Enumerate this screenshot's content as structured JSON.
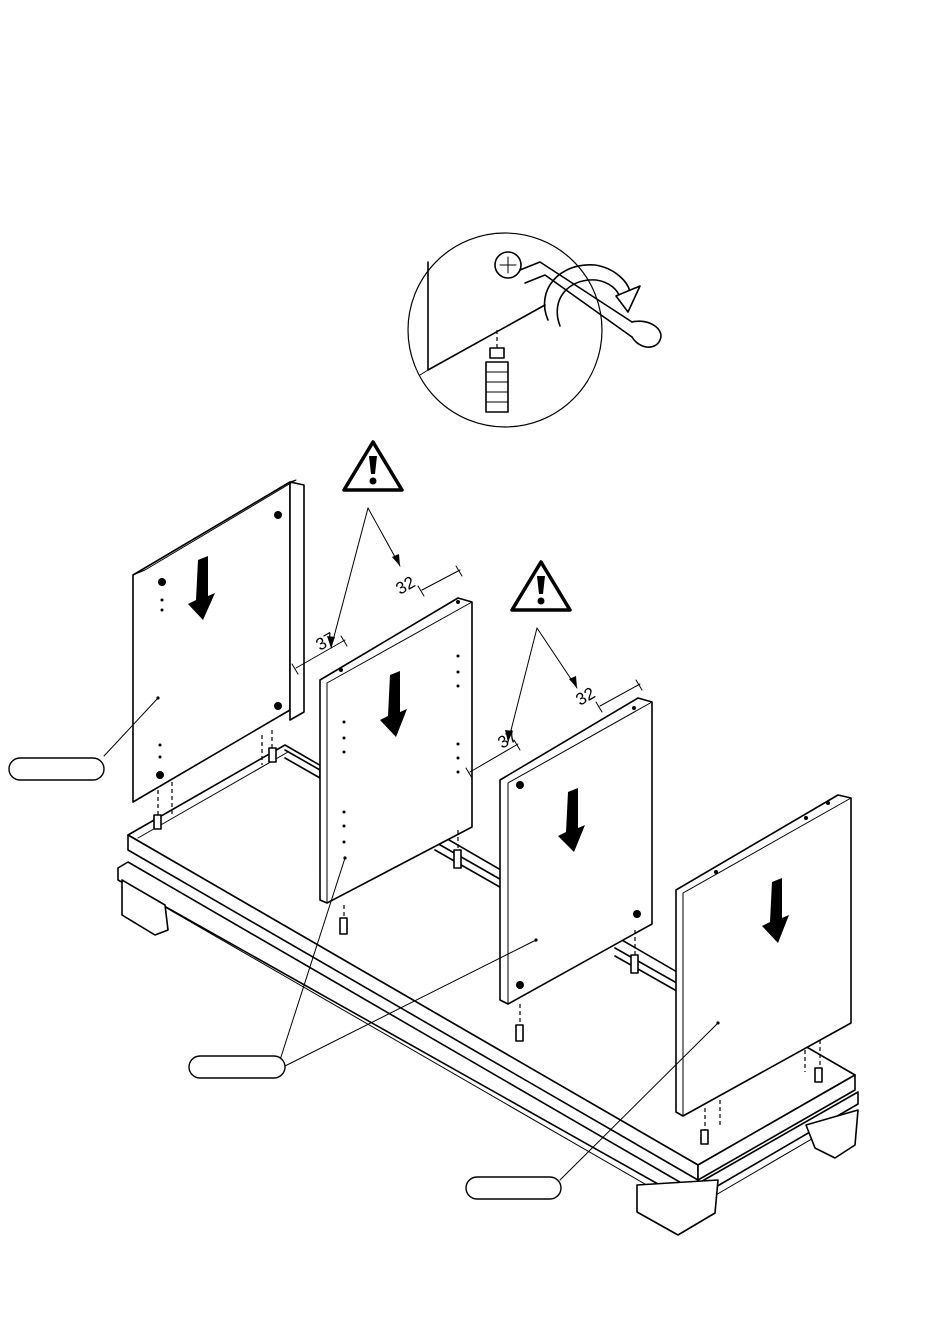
{
  "dimensions": {
    "left_pair": {
      "edge_offset": "37",
      "side_offset": "32"
    },
    "right_pair": {
      "edge_offset": "37",
      "side_offset": "32"
    }
  },
  "symbols": {
    "warning": "warning-triangle-icon",
    "drive_direction": "down-arrow-icon",
    "screwdriver_turn": "rotate-clockwise-icon"
  },
  "callouts": {
    "left_panel_label": "",
    "middle_panels_label": "",
    "right_panel_label": ""
  }
}
